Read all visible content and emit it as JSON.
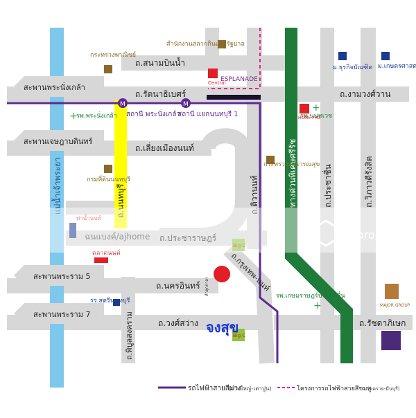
{
  "roads": {
    "sanam_bin_nam": "ถ.สนามบินน้ำ",
    "rattanathibet": "ถ.รัตนาธิเบศร์",
    "ngam_wong_wan": "ถ.งามวงศ์วาน",
    "liang_mueang_nonthaburi": "ถ.เลี่ยงเมืองนนท์",
    "nonthaburi": "ถ.นนทบุรี",
    "pracharat": "ถ.ประชาราษฎร์",
    "tiwanon": "ถ.ติวานนท์",
    "krung_thep_nonthaburi": "ถ.กรุงเทพ-นนท์",
    "nakhon_in": "ถ.นครอินทร์",
    "wong_sawang": "ถ.วงศ์สว่าง",
    "phibun_songkhram": "ถ.พิบูลสงคราม",
    "prachachuen": "ถ.ประชาชื่น",
    "vibhavadi_rangsit": "ถ.วิภาวดีรังสิต",
    "ratchadaphisek": "ถ.รัชดาภิเษก",
    "si_rat_expressway": "ทางด่วนพิเศษศรีรัช",
    "chao_phraya_river": "แม่น้ำเจ้าพระยา"
  },
  "bridges": {
    "phra_nang_klao": "สะพานพระนั่งเกล้า",
    "chet_sadabodin": "สะพานเจษฎาบดินทร์",
    "rama5": "สะพานพระราม 5",
    "rama7": "สะพานพระราม 7"
  },
  "stations": {
    "phra_nang_klao": "สถานี พระนั่งเกล้า",
    "yaek_nonthaburi1": "สถานี แยกนนทบุรี 1"
  },
  "places": {
    "lottery_office": "สำนักงานสลากกินแบ่งรัฐบาล",
    "ministry_commerce": "กระทรวงพาณิชย์",
    "rangsit_univ": "ม.ธุรกิจบัณฑิต",
    "kasetsart_univ": "ม.เกษตรศาสตร์",
    "hosp_phranangklao": "รพ.พระนั่งเกล้า",
    "hosp_nonthavej": "รพ.นนทเวช",
    "ministry_health": "กระทรวงสาธารณสุข",
    "land_dept": "กรมที่ดินนนทบุรี",
    "tha_nam_nonthaburi": "ท่าน้ำนนท์",
    "nonthaburi_market": "ตลาดนนท์",
    "school_satri_nonthaburi": "รร.สตรีนนทบุรี",
    "hosp_kasemrad": "รพ.เกษมราษฎร์ประชาชื่น",
    "esplanade": "ESPLANADE",
    "central": "Central",
    "major_group": "MAJOR GROUP",
    "big_c_top": "Big C",
    "big_c_bottom": "Big C",
    "home_pro": "HOME PRO",
    "project_small": "ลำลุกกาลา",
    "project_name": "จงสุข"
  },
  "watermark": {
    "brand": "DDproperty",
    "credit": "ฉนแบงค์/ajhome"
  },
  "legend": {
    "purple_line": "รถไฟฟ้าสายสีม่วง",
    "purple_line_note": "(บางใหญ่-เตาปูน)",
    "pink_line": "โครงการรถไฟฟ้าสายสีชมพู",
    "pink_line_note": "(แคราย-มีนบุรี)"
  },
  "colors": {
    "road": "#d7d7d7",
    "river": "#7ec8ec",
    "yellow_road": "#ffff00",
    "expressway": "#1f7b3a",
    "purple_line": "#5b2a91",
    "pink_line": "#e0258f",
    "marker": "#e01f26",
    "project_text": "#1a35d6",
    "label_brown": "#8a6a2a",
    "label_blue": "#1a3c8f"
  }
}
